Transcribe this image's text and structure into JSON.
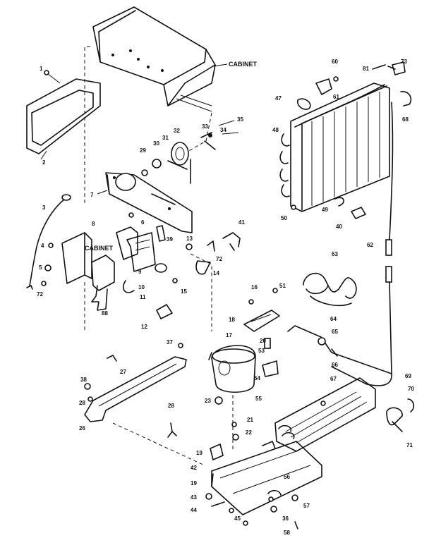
{
  "labels": {
    "cabinet_top": "CABINET",
    "cabinet_side": "CABINET",
    "p1": "1",
    "p2": "2",
    "p3": "3",
    "p4": "4",
    "p5": "5",
    "p6": "6",
    "p7": "7",
    "p8": "8",
    "p9": "9",
    "p10": "10",
    "p11": "11",
    "p12": "12",
    "p13": "13",
    "p14": "14",
    "p15": "15",
    "p16": "16",
    "p17": "17",
    "p18": "18",
    "p19": "19",
    "p20": "20",
    "p21": "21",
    "p22": "22",
    "p23": "23",
    "p26": "26",
    "p27": "27",
    "p28": "28",
    "p29": "29",
    "p30": "30",
    "p31": "31",
    "p32": "32",
    "p33": "33",
    "p34": "34",
    "p35": "35",
    "p36": "36",
    "p37": "37",
    "p38": "38",
    "p39": "39",
    "p40": "40",
    "p41": "41",
    "p42": "42",
    "p43": "43",
    "p44": "44",
    "p45": "45",
    "p47": "47",
    "p48": "48",
    "p49": "49",
    "p50": "50",
    "p51": "51",
    "p53": "53",
    "p54": "54",
    "p55": "55",
    "p56": "56",
    "p57": "57",
    "p58": "58",
    "p60": "60",
    "p61": "61",
    "p62": "62",
    "p63": "63",
    "p64": "64",
    "p65": "65",
    "p66": "66",
    "p67": "67",
    "p68": "68",
    "p69": "69",
    "p70": "70",
    "p71": "71",
    "p72": "72",
    "p73": "73",
    "p81": "81",
    "p88": "88"
  }
}
